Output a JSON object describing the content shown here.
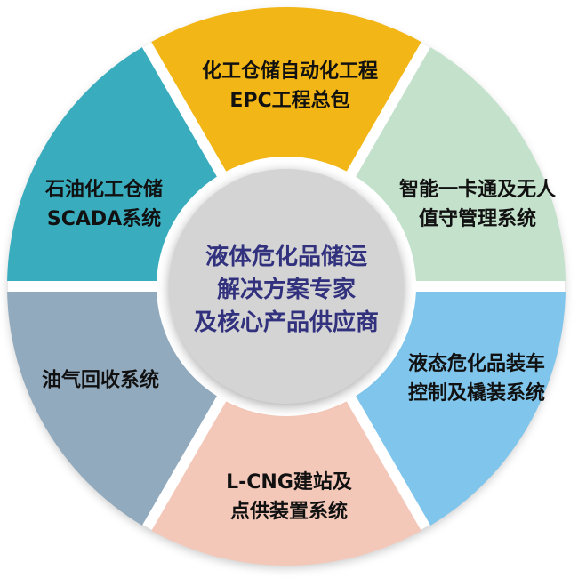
{
  "diagram": {
    "background": "#ffffff",
    "segment_text_color": "#111111",
    "center": {
      "lines": [
        "液体危化品储运",
        "解决方案专家",
        "及核心产品供应商"
      ],
      "fill": "#d4d4d4",
      "text_color": "#31317E"
    },
    "segments": [
      {
        "id": "chemical-warehouse-epc",
        "lines": [
          "化工仓储自动化工程",
          "EPC工程总包"
        ],
        "color": "#F2B616"
      },
      {
        "id": "smart-card-unmanned",
        "lines": [
          "智能一卡通及无人",
          "值守管理系统"
        ],
        "color": "#C3E1CB"
      },
      {
        "id": "liquid-loading-skid",
        "lines": [
          "液态危化品装车",
          "控制及橇装系统"
        ],
        "color": "#7FC5EC"
      },
      {
        "id": "lcng-station",
        "lines": [
          "L-CNG建站及",
          "点供装置系统"
        ],
        "color": "#F4C8B9"
      },
      {
        "id": "oil-gas-recovery",
        "lines": [
          "油气回收系统"
        ],
        "color": "#92AABD"
      },
      {
        "id": "petrochemical-scada",
        "lines": [
          "石油化工仓储",
          "SCADA系统"
        ],
        "color": "#39ADBE"
      }
    ]
  }
}
